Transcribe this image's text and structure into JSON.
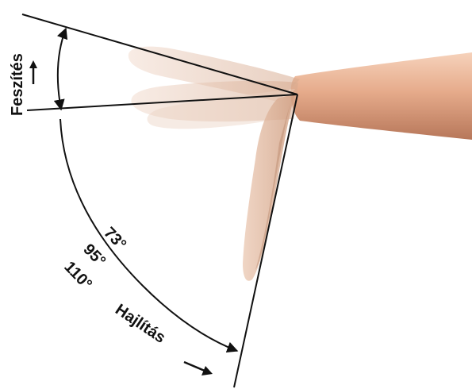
{
  "labels": {
    "extension": "Feszítés",
    "flexion": "Hajlítás",
    "angle_73": "73°",
    "angle_95": "95°",
    "angle_110": "110°"
  },
  "colors": {
    "line": "#111111",
    "forearm_light": "#f3c9ad",
    "forearm_dark": "#c8896a",
    "hand_ghost": "#d9b7a3"
  },
  "icons": {
    "extension_arrow": "arrow-up-icon",
    "flexion_arrow": "arrow-right-icon"
  }
}
